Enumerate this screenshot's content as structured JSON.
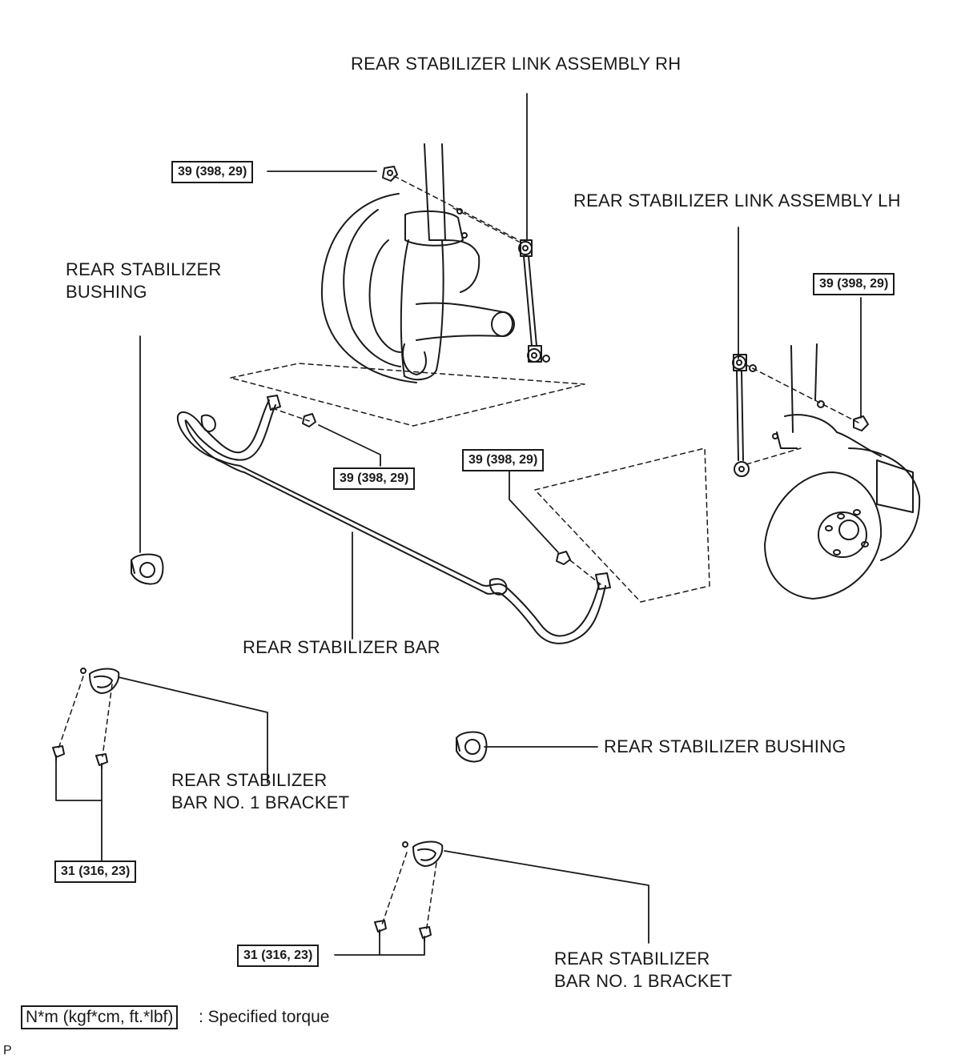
{
  "labels": {
    "link_rh": "REAR STABILIZER LINK ASSEMBLY RH",
    "link_lh": "REAR STABILIZER LINK ASSEMBLY LH",
    "bushing_left_line1": "REAR STABILIZER",
    "bushing_left_line2": "BUSHING",
    "bar": "REAR STABILIZER BAR",
    "bushing_right": "REAR STABILIZER BUSHING",
    "bracket_left_line1": "REAR STABILIZER",
    "bracket_left_line2": "BAR NO. 1 BRACKET",
    "bracket_right_line1": "REAR STABILIZER",
    "bracket_right_line2": "BAR NO. 1 BRACKET"
  },
  "torques": {
    "rh_upper": "39 (398, 29)",
    "lh_upper": "39 (398, 29)",
    "bar_left_nut": "39 (398, 29)",
    "bar_right_nut": "39 (398, 29)",
    "bracket_left_bolts": "31 (316, 23)",
    "bracket_right_bolts": "31 (316, 23)"
  },
  "legend": {
    "unit_box": "N*m (kgf*cm, ft.*lbf)",
    "unit_text": ": Specified torque"
  },
  "figure_code": "P"
}
